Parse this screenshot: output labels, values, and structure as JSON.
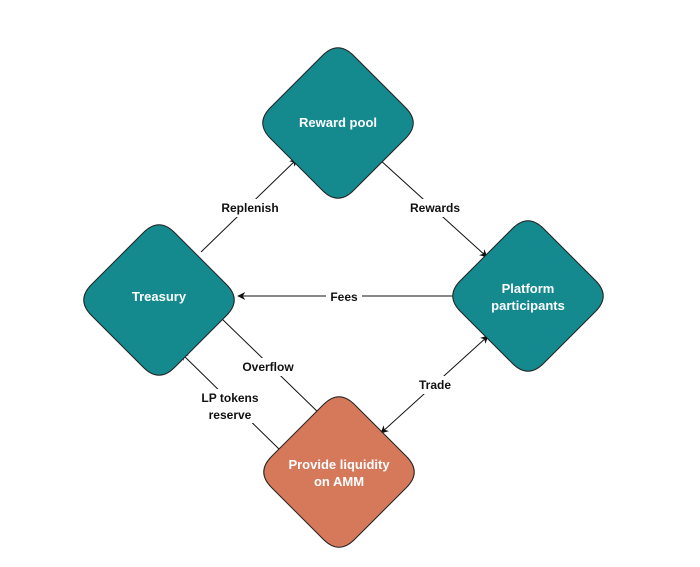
{
  "colors": {
    "teal": "#148A8F",
    "orange": "#D6785A",
    "border": "#222222",
    "edge": "#111111"
  },
  "nodes": {
    "reward_pool": {
      "lines": [
        "Reward pool"
      ]
    },
    "treasury": {
      "lines": [
        "Treasury"
      ]
    },
    "platform": {
      "lines": [
        "Platform",
        "participants"
      ]
    },
    "amm": {
      "lines": [
        "Provide liquidity",
        "on AMM"
      ]
    }
  },
  "edges": {
    "replenish": {
      "lines": [
        "Replenish"
      ]
    },
    "rewards": {
      "lines": [
        "Rewards"
      ]
    },
    "fees": {
      "lines": [
        "Fees"
      ]
    },
    "overflow": {
      "lines": [
        "Overflow"
      ]
    },
    "trade": {
      "lines": [
        "Trade"
      ]
    },
    "lp_tokens": {
      "lines": [
        "LP tokens",
        "reserve"
      ]
    }
  }
}
